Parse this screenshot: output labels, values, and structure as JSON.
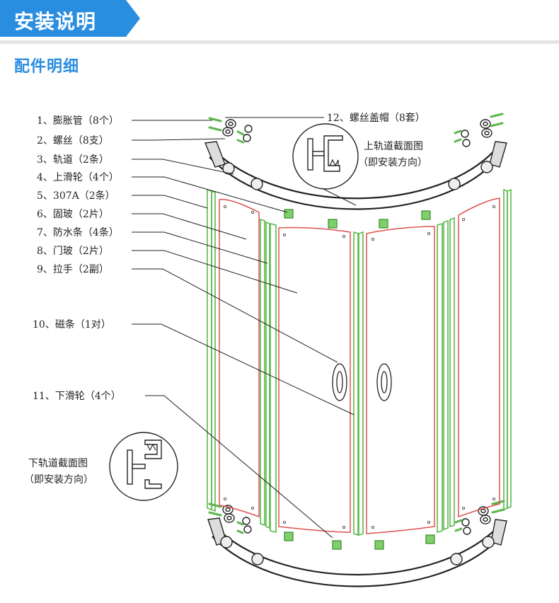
{
  "header": {
    "title": "安装说明",
    "section": "配件明细"
  },
  "parts": [
    {
      "label": "1、膨胀管（8个）"
    },
    {
      "label": "2、螺丝（8支）"
    },
    {
      "label": "3、轨道（2条）"
    },
    {
      "label": "4、上滑轮（4个）"
    },
    {
      "label": "5、307A（2条）"
    },
    {
      "label": "6、固玻（2片）"
    },
    {
      "label": "7、防水条（4条）"
    },
    {
      "label": "8、门玻（2片）"
    },
    {
      "label": "9、拉手（2副）"
    },
    {
      "label": "10、磁条（1对）"
    },
    {
      "label": "11、下滑轮（4个）"
    },
    {
      "label": "12、螺丝盖帽（8套）"
    }
  ],
  "callouts": {
    "upper_line1": "上轨道截面图",
    "upper_line2": "（即安装方向）",
    "lower_line1": "下轨道截面图",
    "lower_line2": "（即安装方向）"
  },
  "colors": {
    "accent": "#2a8ee0",
    "glass_outline": "#e05050",
    "seal_strip": "#5ab84a",
    "line": "#222222"
  }
}
